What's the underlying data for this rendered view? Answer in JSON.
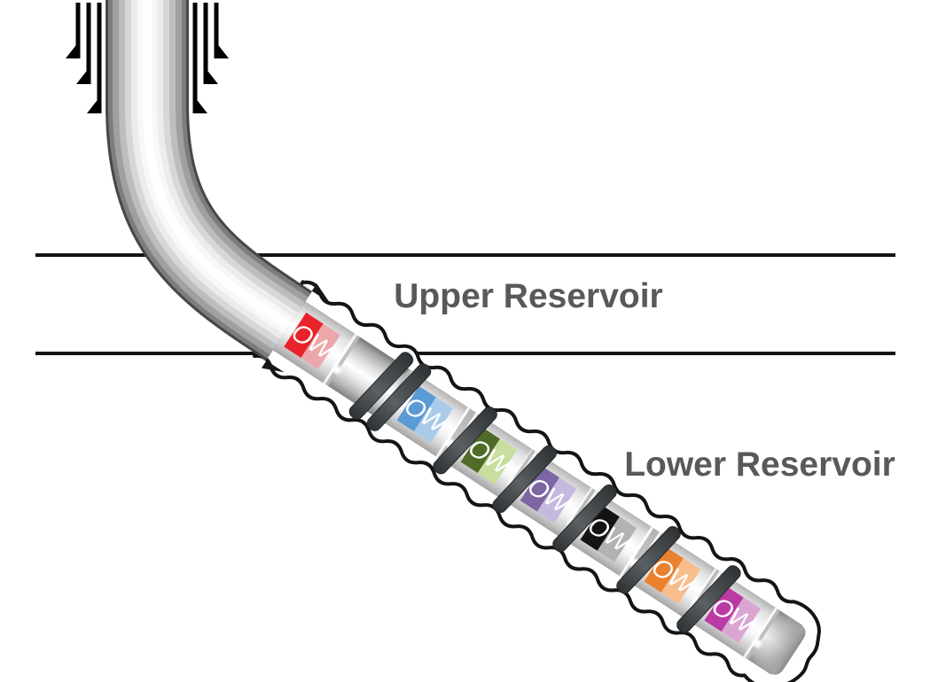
{
  "diagram": {
    "background_color": "#ffffff",
    "text_color": "#595959",
    "boundary_line_color": "#131313",
    "borehole_outline_color": "#141414",
    "packer_color": "#3a3e41",
    "upper_reservoir_label": "Upper Reservoir",
    "lower_reservoir_label": "Lower Reservoir",
    "modules": [
      {
        "id": "red",
        "label": "OW",
        "dark": "#e8232b",
        "light": "#eda6aa"
      },
      {
        "id": "blue",
        "label": "OW",
        "dark": "#5b9bd5",
        "light": "#a9cbe9"
      },
      {
        "id": "green",
        "label": "OW",
        "dark": "#4f6b28",
        "light": "#c7de9e"
      },
      {
        "id": "purple",
        "label": "OW",
        "dark": "#7d66a3",
        "light": "#c6b9de"
      },
      {
        "id": "black",
        "label": "OW",
        "dark": "#141414",
        "light": "#b2b2b2"
      },
      {
        "id": "orange",
        "label": "OW",
        "dark": "#e9812f",
        "light": "#f7bd8b"
      },
      {
        "id": "magenta",
        "label": "OW",
        "dark": "#ba3ba4",
        "light": "#d9a6d3"
      }
    ]
  }
}
